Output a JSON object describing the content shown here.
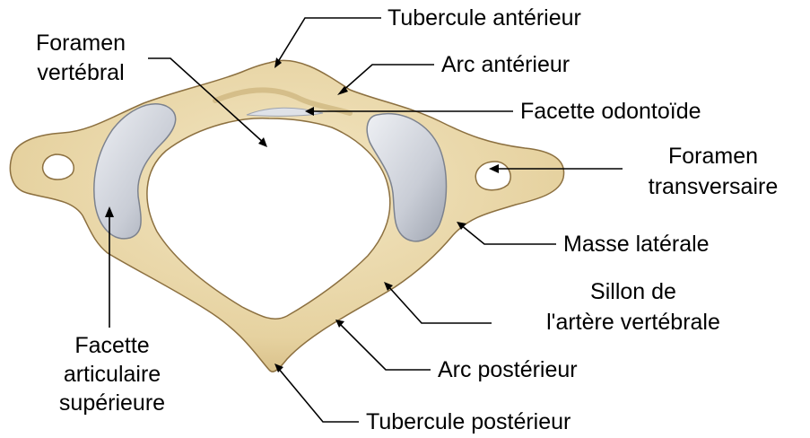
{
  "colors": {
    "bone_fill": "#e9d7aa",
    "bone_shadow": "#c6ac72",
    "bone_outline": "#8c7040",
    "facet_fill": "#c9cdd6",
    "facet_highlight": "#eef0f4",
    "leader_line": "#000000"
  },
  "labels": {
    "tubercule_anterieur": "Tubercule antérieur",
    "arc_anterieur": "Arc antérieur",
    "facette_odontoide": "Facette odontoïde",
    "foramen_transversaire_1": "Foramen",
    "foramen_transversaire_2": "transversaire",
    "masse_laterale": "Masse latérale",
    "sillon_1": "Sillon de",
    "sillon_2": "l'artère vertébrale",
    "arc_posterieur": "Arc postérieur",
    "tubercule_posterieur": "Tubercule postérieur",
    "foramen_vertebral_1": "Foramen",
    "foramen_vertebral_2": "vertébral",
    "facette_articulaire_1": "Facette",
    "facette_articulaire_2": "articulaire",
    "facette_articulaire_3": "supérieure"
  }
}
